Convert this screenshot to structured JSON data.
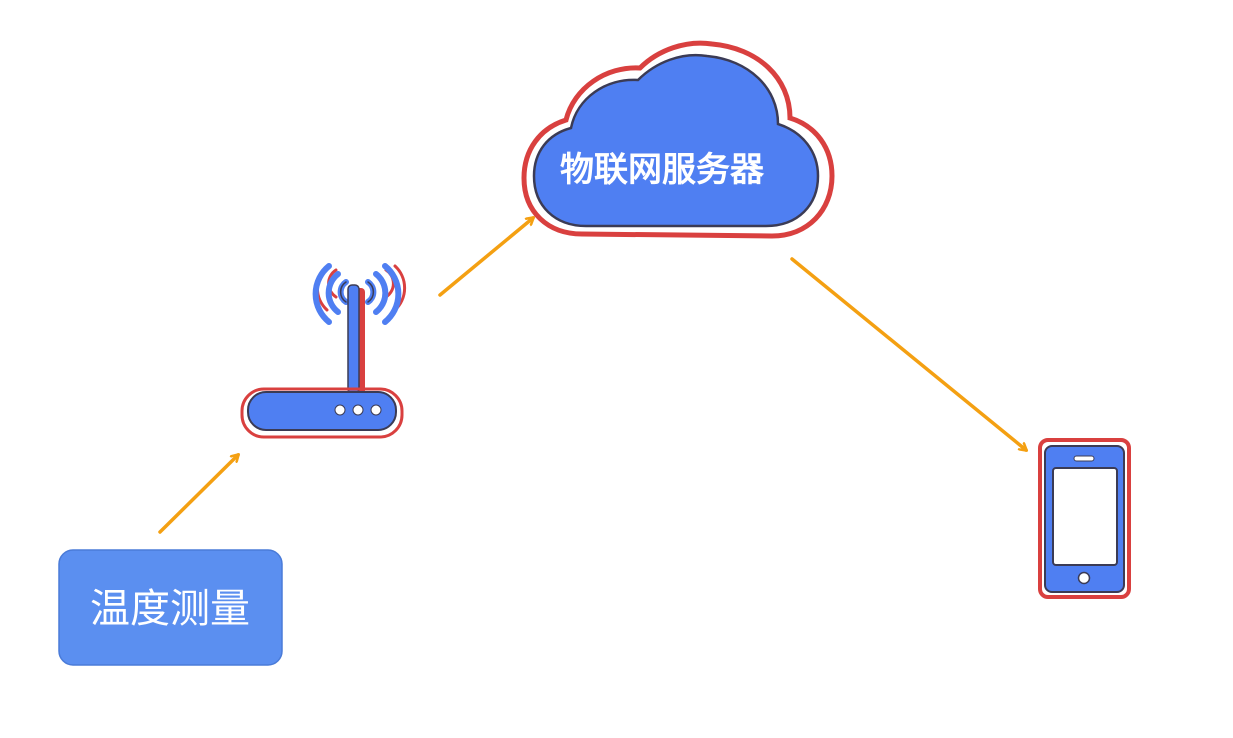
{
  "nodes": {
    "sensor": {
      "label": "温度测量"
    },
    "router": {
      "icon": "wifi-router-icon"
    },
    "cloud": {
      "label": "物联网服务器",
      "icon": "cloud-icon"
    },
    "phone": {
      "icon": "smartphone-icon"
    }
  },
  "edges": [
    {
      "from": "sensor",
      "to": "router"
    },
    {
      "from": "router",
      "to": "cloud"
    },
    {
      "from": "cloud",
      "to": "phone"
    }
  ],
  "colors": {
    "node_fill": "#4f7ff2",
    "sensor_box_fill": "#5b8ff0",
    "outline_red": "#d9403f",
    "outline_dark": "#3b3b55",
    "arrow": "#f4a012",
    "background": "#ffffff"
  }
}
